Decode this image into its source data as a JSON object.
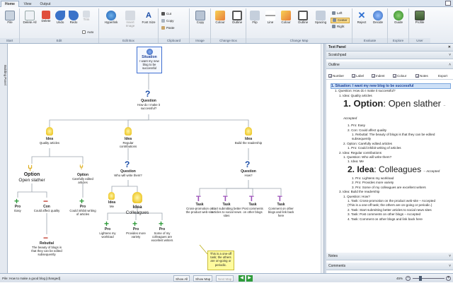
{
  "ribbon_tabs": [
    "Home",
    "View",
    "Output"
  ],
  "groups": {
    "start": "Start",
    "edit": "Edit",
    "edit_box": "Edit Box",
    "clipboard": "Clipboard",
    "image": "Image",
    "change_box": "Change Box",
    "change_map": "Change Map",
    "evaluate": "Evaluate",
    "explore": "Explore",
    "user": "User"
  },
  "buttons": {
    "file": "File",
    "delete_all": "Delete All",
    "delete": "Delete",
    "undo": "Undo",
    "redo": "Redo",
    "trim": "Trim",
    "auto": "Auto",
    "hyperlink": "Hyperlink",
    "insert_image": "Insert Image",
    "font_size": "Font Size",
    "cut": "Cut",
    "copy": "Copy",
    "paste": "Paste",
    "copy_image": "Copy",
    "colour": "Colour",
    "outline": "Outline",
    "flip": "Flip",
    "line": "Line",
    "colour2": "Colour",
    "outline2": "Outline",
    "spacing": "Spacing",
    "left": "Left",
    "center": "Center",
    "right": "Right",
    "reject": "Reject",
    "decide": "Decide",
    "guide": "Guide",
    "profile": "Profile"
  },
  "left_strip": "Building Panel",
  "panel": {
    "title": "Text Panel",
    "scratchpad": "Scratchpad",
    "outline": "Outline",
    "notes": "Notes",
    "comments": "Comments"
  },
  "outline_tools": [
    "Number",
    "Label",
    "Indent",
    "Colour",
    "Notes"
  ],
  "outline_export": "Export",
  "outline_lines": {
    "l1": "1. Situation: I want my new blog to be successful",
    "l2": "1. Question: How do I make it successful?",
    "l3": "1. Idea: Quality articles",
    "l4a": "1. Option",
    "l4b": ": Open slather",
    "l4c": "– Accepted",
    "l5": "1. Pro: Easy",
    "l6": "2. Con: Could affect quality",
    "l7": "1. Rebuttal: The beauty of blogs is that they can be edited subsequently",
    "l8": "2. Option: Carefully edited articles",
    "l9": "1. Pro: Could inhibit writing of articles",
    "l10": "2. Idea: Regular contributions",
    "l11": "1. Question: Who will write them?",
    "l12": "1. Idea: Me",
    "l13a": "2. Idea",
    "l13b": ": Colleagues",
    "l13c": "– Accepted",
    "l14": "1. Pro: Lightens my workload",
    "l15": "2. Pro: Provides more variety",
    "l16": "3. Pro: Some of my colleagues are excellent writers",
    "l17": "3. Idea: Build the readership",
    "l18": "1. Question: How?",
    "l19": "1. Task: Cross-promotion on the product web-site – Accepted",
    "l20": "(This is a one-off task; the others are on-going or periodic.)",
    "l21": "2. Task: Start submitting better articles to social news sites",
    "l22": "3. Task: Post comments on other blogs – Accepted",
    "l23": "4. Task: Comment on other blogs and link back here"
  },
  "map": {
    "situation": "Situation",
    "situation_text": "I want my new blog to be successful",
    "question": "Question",
    "question_text": "How do I make it successful?",
    "idea": "Idea",
    "idea1_text": "Quality articles",
    "idea2_text": "Regular contributions",
    "idea3_text": "Build the readership",
    "option": "Option",
    "option1_text": "Open slather",
    "option2_text": "Carefully edited articles",
    "pro": "Pro",
    "con": "Con",
    "rebuttal": "Rebuttal",
    "task": "Task",
    "pro_easy": "Easy",
    "con_quality": "Could affect quality",
    "rebuttal_text": "The beauty of blogs is that they can be edited subsequently",
    "pro_inhibit": "Could inhibit writing of articles",
    "question2_text": "Who will write them?",
    "question3_text": "How?",
    "idea_me": "Me",
    "idea_colleagues": "Colleagues",
    "pro_lightens": "Lightens my workload",
    "pro_variety": "Provides more variety",
    "pro_excellent": "Some of my colleagues are excellent writers",
    "task1": "Cross-promotion on the product web-site",
    "task2": "Start submitting better articles to social news sites",
    "task3": "Post comments on other blogs",
    "task4": "Comment on other blogs and link back here",
    "note": "This is a one-off task; the others are on-going or periodic."
  },
  "status": {
    "left": "Pile: How to make a good blog [changed]",
    "show_all": "Show All",
    "show_map": "Show Map",
    "next_map": "Next Map",
    "zoom": "45%"
  },
  "colors": {
    "accent": "#1a3f96",
    "idea": "#e8b800",
    "pro": "#2e9b3a",
    "con": "#c0392b",
    "question": "#1d4fa8",
    "task": "#9b4fb8",
    "option": "#d9a300"
  }
}
